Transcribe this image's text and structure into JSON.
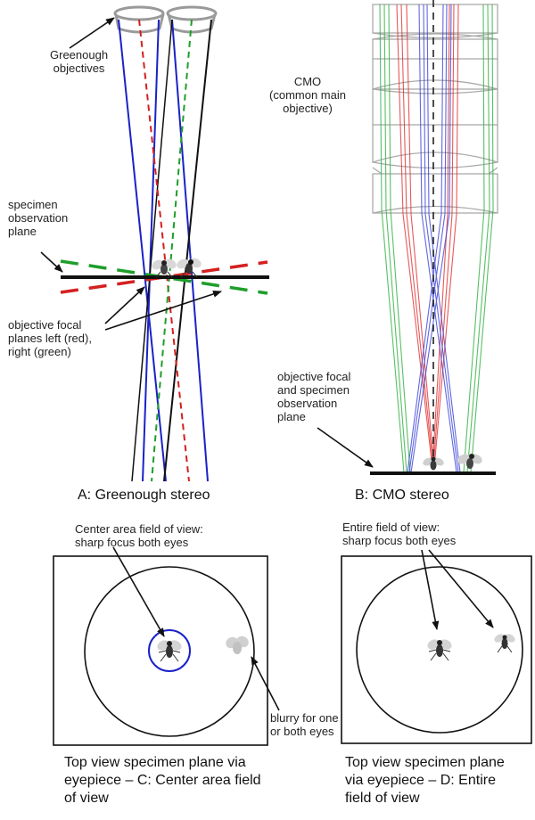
{
  "panel_a": {
    "caption": "A: Greenough stereo",
    "label_objectives": [
      "Greenough",
      "objectives"
    ],
    "label_plane": [
      "specimen",
      "observation",
      "plane"
    ],
    "label_focal": [
      "objective focal",
      "planes left (red),",
      "right (green)"
    ]
  },
  "panel_b": {
    "caption": "B: CMO stereo",
    "label_cmo": [
      "CMO",
      "(common main",
      "objective)"
    ],
    "label_plane": [
      "objective focal",
      "and specimen",
      "observation",
      "plane"
    ]
  },
  "panel_c": {
    "annotation_top": [
      "Center area field of view:",
      "sharp focus both eyes"
    ],
    "annotation_side": [
      "blurry for one",
      "or both eyes"
    ],
    "caption": [
      "Top view specimen plane via",
      "eyepiece – C: Center area field",
      "of view"
    ]
  },
  "panel_d": {
    "annotation_top": [
      "Entire field of view:",
      "sharp focus both eyes"
    ],
    "caption": [
      "Top view specimen plane",
      "via eyepiece – D: Entire",
      "field of view"
    ]
  },
  "colors": {
    "left_ray": "#d42020",
    "right_ray": "#1e9e2a",
    "blue_ray": "#1a22c8",
    "lens": "#9a9a9a",
    "outline": "#111111"
  }
}
